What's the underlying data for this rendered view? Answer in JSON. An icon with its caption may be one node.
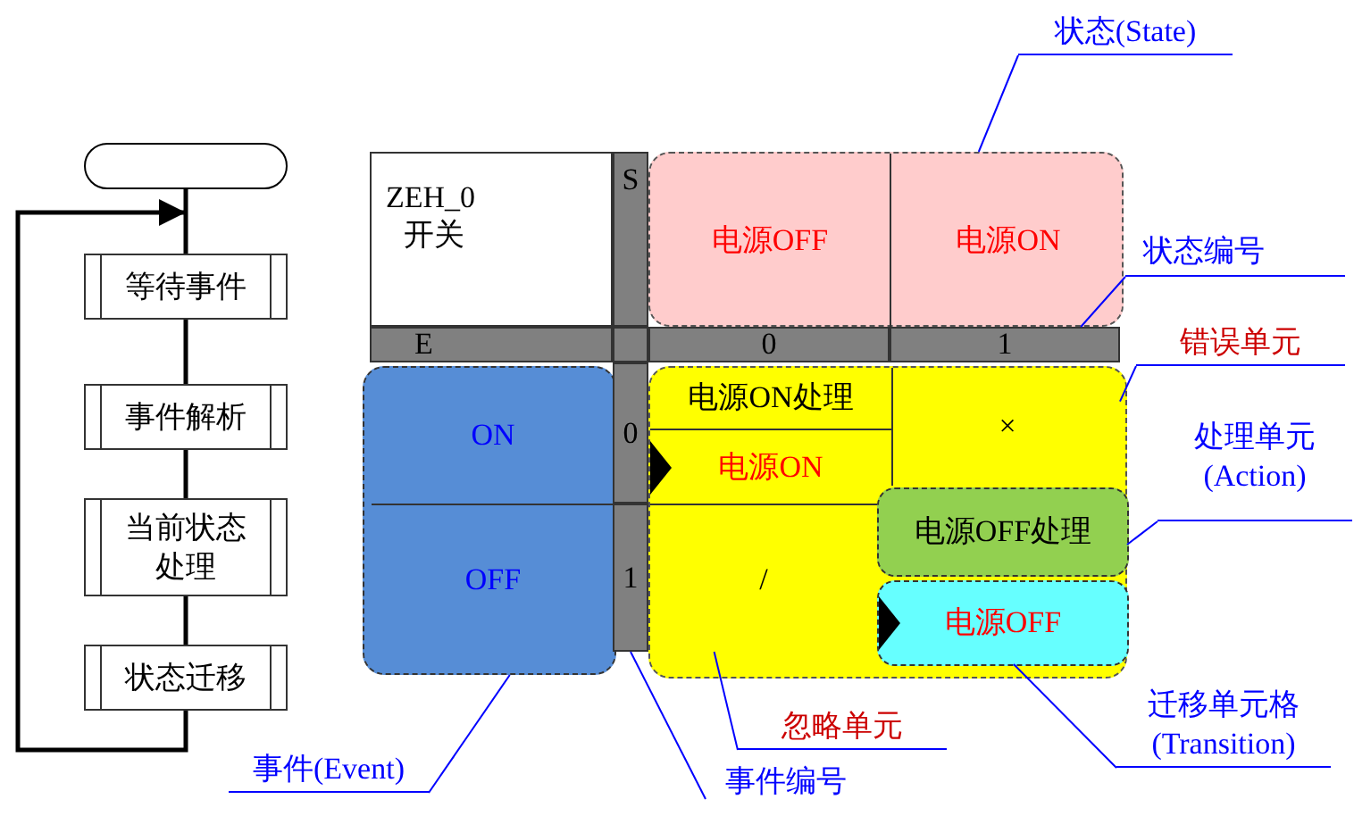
{
  "diagram": {
    "nodes": [
      {
        "text": [],
        "shape": "box"
      },
      {
        "text": [
          "等待事件"
        ]
      },
      {
        "text": [
          "事件解析"
        ]
      },
      {
        "text": [
          "当前状态处理"
        ]
      },
      {
        "text": [
          "状态迁移"
        ]
      },
      {
        "text": [
          "ZEH_0",
          "开关"
        ]
      },
      {
        "text": [
          "S"
        ]
      },
      {
        "text": [],
        "shape": "box"
      },
      {
        "text": [
          "电源OFF"
        ],
        "in": 7
      },
      {
        "text": [
          "电源ON"
        ],
        "in": 7
      },
      {
        "text": [
          "E"
        ]
      },
      {
        "text": [
          "0"
        ]
      },
      {
        "text": [
          "1"
        ]
      },
      {
        "text": [],
        "shape": "box"
      },
      {
        "text": [
          "ON"
        ],
        "in": 13
      },
      {
        "text": [
          "OFF"
        ],
        "in": 13
      },
      {
        "text": [
          "0"
        ]
      },
      {
        "text": [
          "1"
        ]
      },
      {
        "text": [],
        "shape": "box"
      },
      {
        "text": [
          "电源ON处理"
        ],
        "in": 18
      },
      {
        "text": [
          "电源ON"
        ],
        "in": 18
      },
      {
        "text": [
          "×"
        ],
        "in": 18
      },
      {
        "text": [
          "/"
        ],
        "in": 18
      },
      {
        "text": [
          "电源OFF处理"
        ],
        "in": 18
      },
      {
        "text": [
          "电源OFF"
        ],
        "in": 18
      },
      {
        "text": [
          "状态(State)"
        ]
      },
      {
        "text": [
          "状态编号"
        ]
      },
      {
        "text": [
          "错误单元"
        ]
      },
      {
        "text": [
          "处理单元(Action)"
        ]
      },
      {
        "text": [
          "迁移单元格(Transition)"
        ]
      },
      {
        "text": [
          "忽略单元"
        ]
      },
      {
        "text": [
          "事件编号"
        ]
      },
      {
        "text": [
          "事件(Event)"
        ]
      }
    ],
    "edges": [
      {
        "from": 0,
        "to": 1,
        "arrow": "none",
        "style": "thick",
        "color": "#000000"
      },
      {
        "from": 1,
        "to": 2,
        "arrow": "none",
        "style": "thick",
        "color": "#000000"
      },
      {
        "from": 2,
        "to": 3,
        "arrow": "none",
        "style": "thick",
        "color": "#000000"
      },
      {
        "from": 3,
        "to": 4,
        "arrow": "none",
        "style": "thick",
        "color": "#000000"
      },
      {
        "from": 4,
        "to": 1,
        "arrow": "to",
        "style": "thick",
        "color": "#000000"
      },
      {
        "from": 25,
        "to": 7,
        "arrow": "none"
      },
      {
        "from": 26,
        "to": 12,
        "arrow": "none"
      },
      {
        "from": 27,
        "to": 21,
        "arrow": "none"
      },
      {
        "from": 28,
        "to": 23,
        "arrow": "none"
      },
      {
        "from": 29,
        "to": 24,
        "arrow": "none"
      },
      {
        "from": 30,
        "to": 22,
        "arrow": "none"
      },
      {
        "from": 31,
        "to": 17,
        "arrow": "none"
      },
      {
        "from": 32,
        "to": 13,
        "arrow": "none"
      }
    ]
  }
}
